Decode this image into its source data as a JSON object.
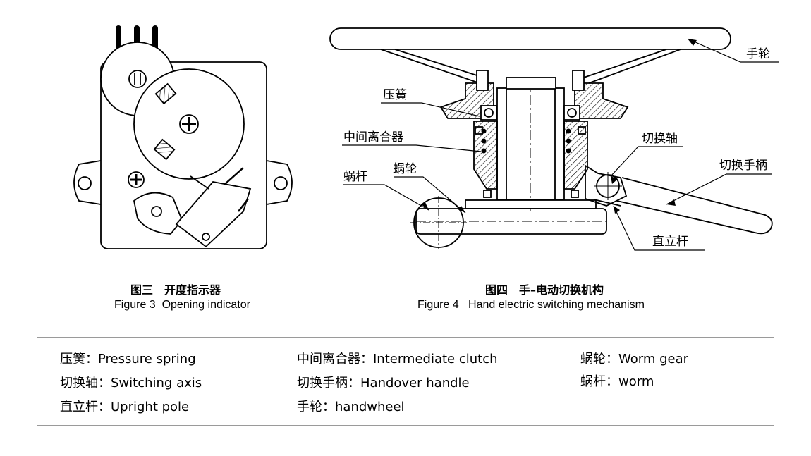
{
  "figure3": {
    "caption_cn": "图三　开度指示器",
    "caption_en": "Figure 3  Opening indicator"
  },
  "figure4": {
    "caption_cn": "图四　手–电动切换机构",
    "caption_en": "Figure 4   Hand electric switching mechanism",
    "callouts": {
      "handwheel": "手轮",
      "pressure_spring": "压簧",
      "intermediate_clutch": "中间离合器",
      "switching_axis": "切换轴",
      "handover_handle": "切换手柄",
      "worm": "蜗杆",
      "worm_gear": "蜗轮",
      "upright_pole": "直立杆"
    }
  },
  "legend": {
    "items": [
      "压簧：Pressure spring",
      "中间离合器：Intermediate clutch",
      "蜗轮：Worm gear",
      "切换轴：Switching axis",
      "切换手柄：Handover handle",
      "蜗杆：worm",
      "直立杆：Upright pole",
      "手轮：handwheel"
    ]
  }
}
